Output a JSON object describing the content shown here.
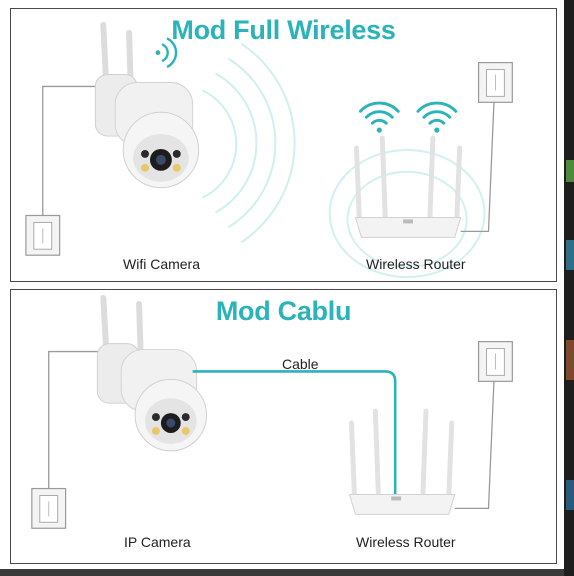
{
  "wireless_panel": {
    "title": "Mod Full Wireless",
    "camera_label": "Wifi Camera",
    "router_label": "Wireless Router"
  },
  "cable_panel": {
    "title": "Mod Cablu",
    "cable_label": "Cable",
    "camera_label": "IP Camera",
    "router_label": "Wireless Router"
  },
  "icons": [
    "wifi-signal-icon",
    "wifi-icon",
    "camera-icon",
    "router-icon",
    "power-outlet-icon"
  ],
  "colors": {
    "accent": "#2ab3b9",
    "frame": "#4a4a4a",
    "device": "#eeeeee"
  }
}
